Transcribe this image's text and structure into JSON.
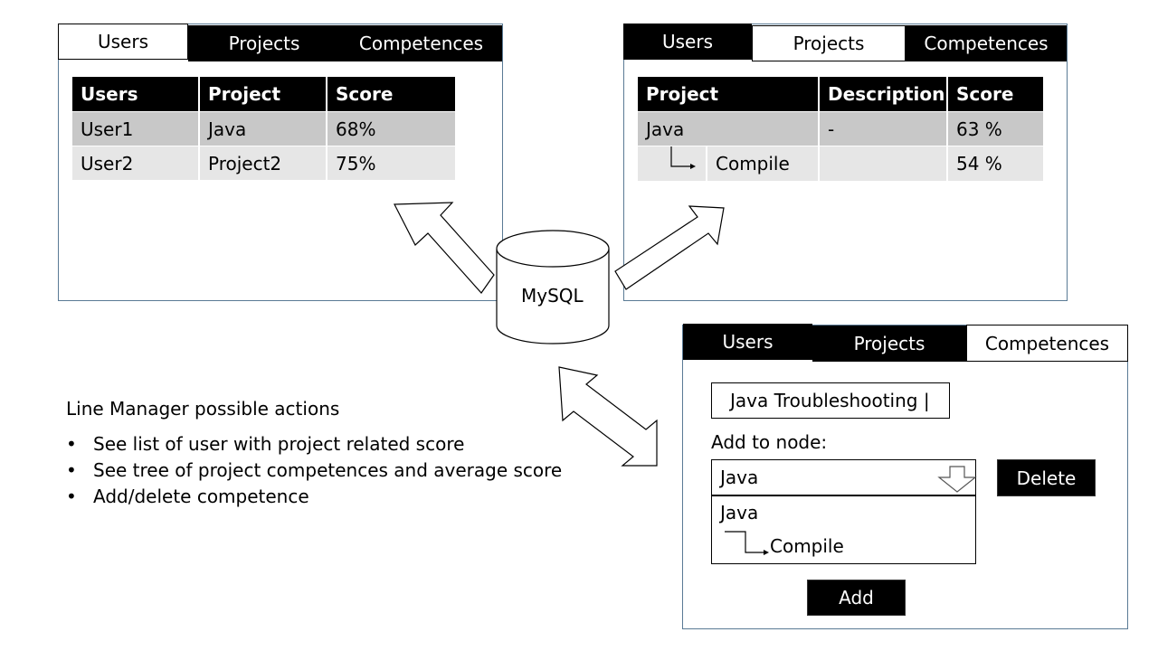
{
  "panel_users": {
    "tabs": [
      "Users",
      "Projects",
      "Competences"
    ],
    "active_tab": "Users",
    "table": {
      "headers": [
        "Users",
        "Project",
        "Score"
      ],
      "rows": [
        [
          "User1",
          "Java",
          "68%"
        ],
        [
          "User2",
          "Project2",
          "75%"
        ]
      ]
    }
  },
  "panel_projects": {
    "tabs": [
      "Users",
      "Projects",
      "Competences"
    ],
    "active_tab": "Projects",
    "table": {
      "headers": [
        "Project",
        "Description",
        "Score"
      ],
      "rows": [
        [
          "Java",
          "-",
          "63 %"
        ],
        [
          "Compile",
          "",
          "54 %"
        ]
      ]
    }
  },
  "database": {
    "label": "MySQL"
  },
  "actions": {
    "title": "Line Manager possible actions",
    "items": [
      "See list of user with project related score",
      "See tree of project competences and average score",
      "Add/delete competence"
    ]
  },
  "panel_competences": {
    "tabs": [
      "Users",
      "Projects",
      "Competences"
    ],
    "active_tab": "Competences",
    "input_value": "Java Troubleshooting |",
    "add_to_node_label": "Add to node:",
    "dropdown_selected": "Java",
    "dropdown_options": [
      "Java",
      "Compile"
    ],
    "delete_label": "Delete",
    "add_label": "Add"
  }
}
